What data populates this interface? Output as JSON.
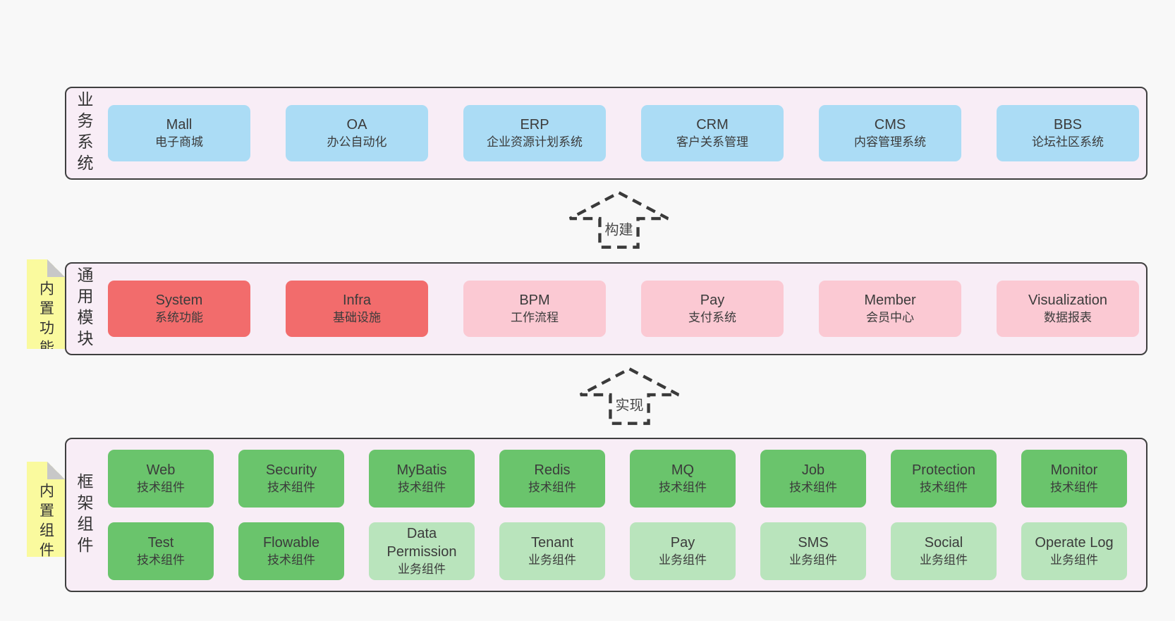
{
  "colors": {
    "page_bg": "#f8f8f8",
    "layer_bg": "#f8edf6",
    "layer_border": "#3f3f3f",
    "business_box": "#abdcf5",
    "core_module_box": "#f26c6c",
    "optional_module_box": "#fbc9d3",
    "tech_component_box": "#6ac46c",
    "biz_component_box": "#b9e4bc",
    "sticky_note": "#fafa9e",
    "sticky_fold": "#c8c8c8",
    "arrow_stroke": "#3a3a3a",
    "text": "#3b3b3b"
  },
  "layers": [
    {
      "title": "业务系统",
      "boxes": [
        {
          "name": "Mall",
          "desc": "电子商城"
        },
        {
          "name": "OA",
          "desc": "办公自动化"
        },
        {
          "name": "ERP",
          "desc": "企业资源计划系统"
        },
        {
          "name": "CRM",
          "desc": "客户关系管理"
        },
        {
          "name": "CMS",
          "desc": "内容管理系统"
        },
        {
          "name": "BBS",
          "desc": "论坛社区系统"
        }
      ]
    },
    {
      "note": "内置功能",
      "title": "通用模块",
      "boxes": [
        {
          "name": "System",
          "desc": "系统功能"
        },
        {
          "name": "Infra",
          "desc": "基础设施"
        },
        {
          "name": "BPM",
          "desc": "工作流程"
        },
        {
          "name": "Pay",
          "desc": "支付系统"
        },
        {
          "name": "Member",
          "desc": "会员中心"
        },
        {
          "name": "Visualization",
          "desc": "数据报表"
        }
      ]
    },
    {
      "note": "内置组件",
      "title": "框架组件",
      "rows": [
        [
          {
            "name": "Web",
            "desc": "技术组件"
          },
          {
            "name": "Security",
            "desc": "技术组件"
          },
          {
            "name": "MyBatis",
            "desc": "技术组件"
          },
          {
            "name": "Redis",
            "desc": "技术组件"
          },
          {
            "name": "MQ",
            "desc": "技术组件"
          },
          {
            "name": "Job",
            "desc": "技术组件"
          },
          {
            "name": "Protection",
            "desc": "技术组件"
          },
          {
            "name": "Monitor",
            "desc": "技术组件"
          }
        ],
        [
          {
            "name": "Test",
            "desc": "技术组件"
          },
          {
            "name": "Flowable",
            "desc": "技术组件"
          },
          {
            "name": "Data Permission",
            "desc": "业务组件"
          },
          {
            "name": "Tenant",
            "desc": "业务组件"
          },
          {
            "name": "Pay",
            "desc": "业务组件"
          },
          {
            "name": "SMS",
            "desc": "业务组件"
          },
          {
            "name": "Social",
            "desc": "业务组件"
          },
          {
            "name": "Operate Log",
            "desc": "业务组件"
          }
        ]
      ]
    }
  ],
  "arrows": [
    {
      "label": "构建"
    },
    {
      "label": "实现"
    }
  ]
}
